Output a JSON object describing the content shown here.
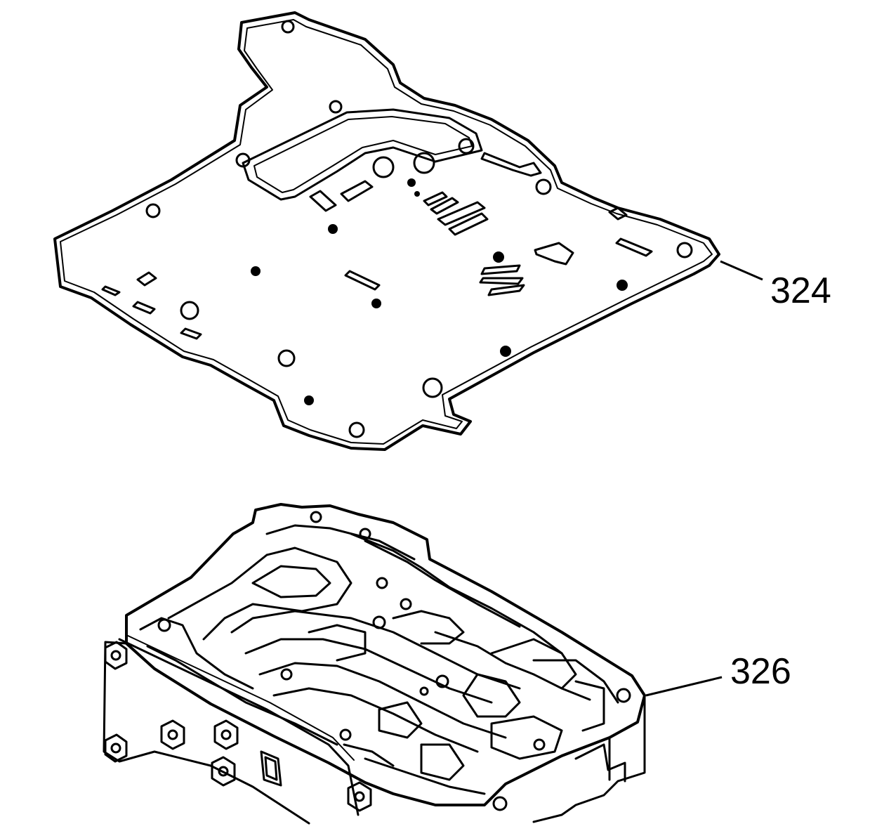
{
  "diagram": {
    "parts": [
      {
        "id": "324",
        "label": "324"
      },
      {
        "id": "326",
        "label": "326"
      }
    ],
    "colors": {
      "line": "#000000",
      "background": "#ffffff"
    }
  }
}
